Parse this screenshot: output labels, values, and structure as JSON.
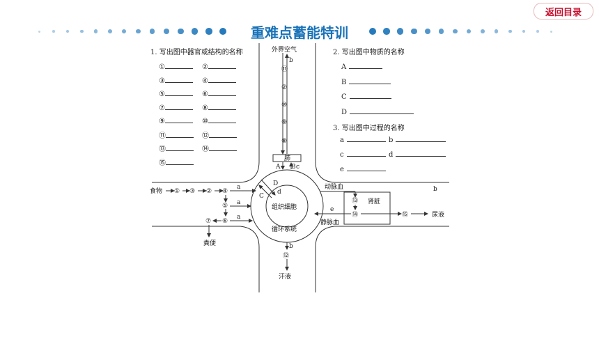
{
  "header": {
    "return_label": "返回目录",
    "title": "重难点蓄能特训"
  },
  "q1": {
    "title": "1. 写出图中器官或结构的名称",
    "items": [
      [
        "①",
        "②"
      ],
      [
        "③",
        "④"
      ],
      [
        "⑤",
        "⑥"
      ],
      [
        "⑦",
        "⑧"
      ],
      [
        "⑨",
        "⑩"
      ],
      [
        "⑪",
        "⑫"
      ],
      [
        "⑬",
        "⑭"
      ],
      [
        "⑮"
      ]
    ]
  },
  "q2": {
    "title": "2. 写出图中物质的名称",
    "items": [
      "A",
      "B",
      "C",
      "D"
    ]
  },
  "q3": {
    "title": "3. 写出图中过程的名称",
    "items": [
      [
        "a",
        "b"
      ],
      [
        "c",
        "d"
      ],
      [
        "e"
      ]
    ]
  },
  "diagram": {
    "outside_air": "外界空气",
    "lung": "肺",
    "food": "食物",
    "cell": "组织细胞",
    "circulation": "循环系统",
    "artery": "动脉血",
    "vein": "静脉血",
    "kidney": "肾脏",
    "urine": "尿液",
    "feces": "粪便",
    "sweat": "汗液",
    "num_11": "⑪",
    "num_2": "②",
    "num_10": "⑩",
    "num_9": "⑨",
    "num_8": "⑧",
    "num_1": "①",
    "num_3": "③",
    "num_4": "④",
    "num_5": "⑤",
    "num_6": "⑥",
    "num_7": "⑦",
    "num_12": "⑫",
    "num_13": "⑬",
    "num_14": "⑭",
    "num_15": "⑮",
    "lbl_A": "A",
    "lbl_B": "B",
    "lbl_c": "c",
    "lbl_C": "C",
    "lbl_D": "D",
    "lbl_d": "d",
    "lbl_a": "a",
    "lbl_b": "b",
    "lbl_e": "e"
  }
}
